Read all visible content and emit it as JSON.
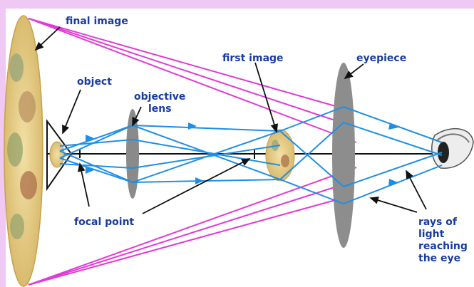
{
  "labels": {
    "final_image": "final image",
    "object": "object",
    "objective_lens_line1": "objective",
    "objective_lens_line2": "lens",
    "first_image": "first image",
    "eyepiece": "eyepiece",
    "focal_point": "focal point",
    "rays_line1": "rays of",
    "rays_line2": "light",
    "rays_line3": "reaching",
    "rays_line4": "the eye"
  },
  "colors": {
    "background": "#efc8f4",
    "label_text": "#1a3ca0",
    "ray_blue": "#1e8fe6",
    "ray_magenta": "#e23ad6",
    "lens_gray": "#8a8a8a",
    "image_tan": "#e9d28e"
  }
}
